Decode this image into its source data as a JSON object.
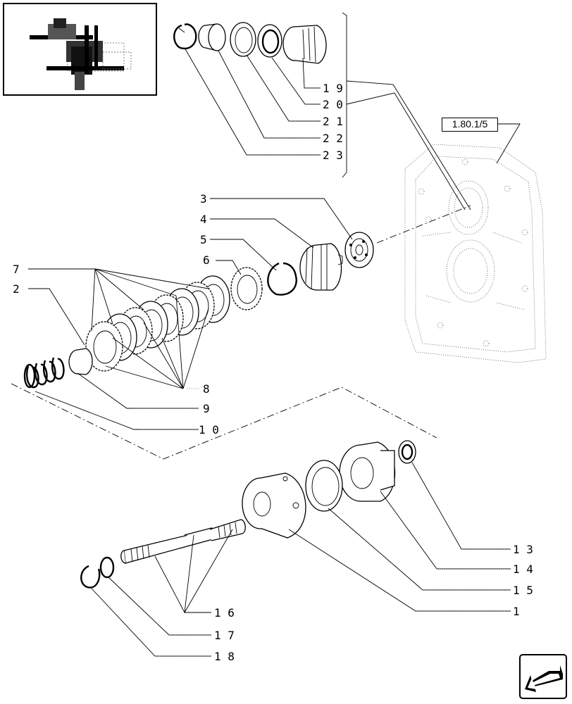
{
  "reference_box": {
    "label": "1.80.1/5"
  },
  "callouts": [
    {
      "id": "c19",
      "label": "1 9"
    },
    {
      "id": "c20",
      "label": "2 0"
    },
    {
      "id": "c21",
      "label": "2 1"
    },
    {
      "id": "c22",
      "label": "2 2"
    },
    {
      "id": "c23",
      "label": "2 3"
    },
    {
      "id": "c3",
      "label": "3"
    },
    {
      "id": "c4",
      "label": "4"
    },
    {
      "id": "c5",
      "label": "5"
    },
    {
      "id": "c6",
      "label": "6"
    },
    {
      "id": "c7",
      "label": "7"
    },
    {
      "id": "c2",
      "label": "2"
    },
    {
      "id": "c8",
      "label": "8"
    },
    {
      "id": "c9",
      "label": "9"
    },
    {
      "id": "c10",
      "label": "1 0"
    },
    {
      "id": "c13",
      "label": "1 3"
    },
    {
      "id": "c14",
      "label": "1 4"
    },
    {
      "id": "c15",
      "label": "1 5"
    },
    {
      "id": "c1",
      "label": "1"
    },
    {
      "id": "c16",
      "label": "1 6"
    },
    {
      "id": "c17",
      "label": "1 7"
    },
    {
      "id": "c18",
      "label": "1 8"
    }
  ],
  "icons": {
    "thumbnail": "assembly-location-thumbnail",
    "navigation": "previous-page-arrow-icon"
  }
}
